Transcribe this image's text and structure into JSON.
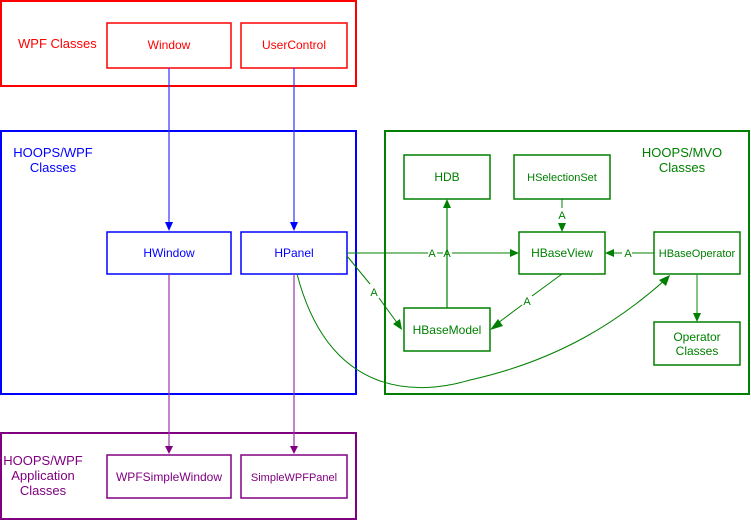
{
  "colors": {
    "wpf": "#ff0000",
    "hoops_wpf": "#0000ff",
    "hoops_mvo": "#008000",
    "application": "#800080",
    "wpf_to_hoops_arrow": "#3333ff",
    "hoops_to_app_arrow": "#9933aa"
  },
  "groups": {
    "wpf": {
      "label": "WPF Classes"
    },
    "hoops_wpf": {
      "label_line1": "HOOPS/WPF",
      "label_line2": "Classes"
    },
    "hoops_mvo": {
      "label_line1": "HOOPS/MVO",
      "label_line2": "Classes"
    },
    "application": {
      "label_line1": "HOOPS/WPF",
      "label_line2": "Application",
      "label_line3": "Classes"
    }
  },
  "classes": {
    "window": "Window",
    "usercontrol": "UserControl",
    "hwindow": "HWindow",
    "hpanel": "HPanel",
    "hdb": "HDB",
    "hselectionset": "HSelectionSet",
    "hbaseview": "HBaseView",
    "hbaseoperator": "HBaseOperator",
    "hbasemodel": "HBaseModel",
    "operator_classes_line1": "Operator",
    "operator_classes_line2": "Classes",
    "wpfsimplewindow": "WPFSimpleWindow",
    "simplewpfpanel": "SimpleWPFPanel"
  },
  "association_labels": {
    "hpanel_to_view_a1": "A",
    "hpanel_to_view_a2": "A",
    "hpanel_to_model": "A",
    "selection_to_view": "A",
    "view_to_model": "A",
    "operator_to_view": "A"
  }
}
